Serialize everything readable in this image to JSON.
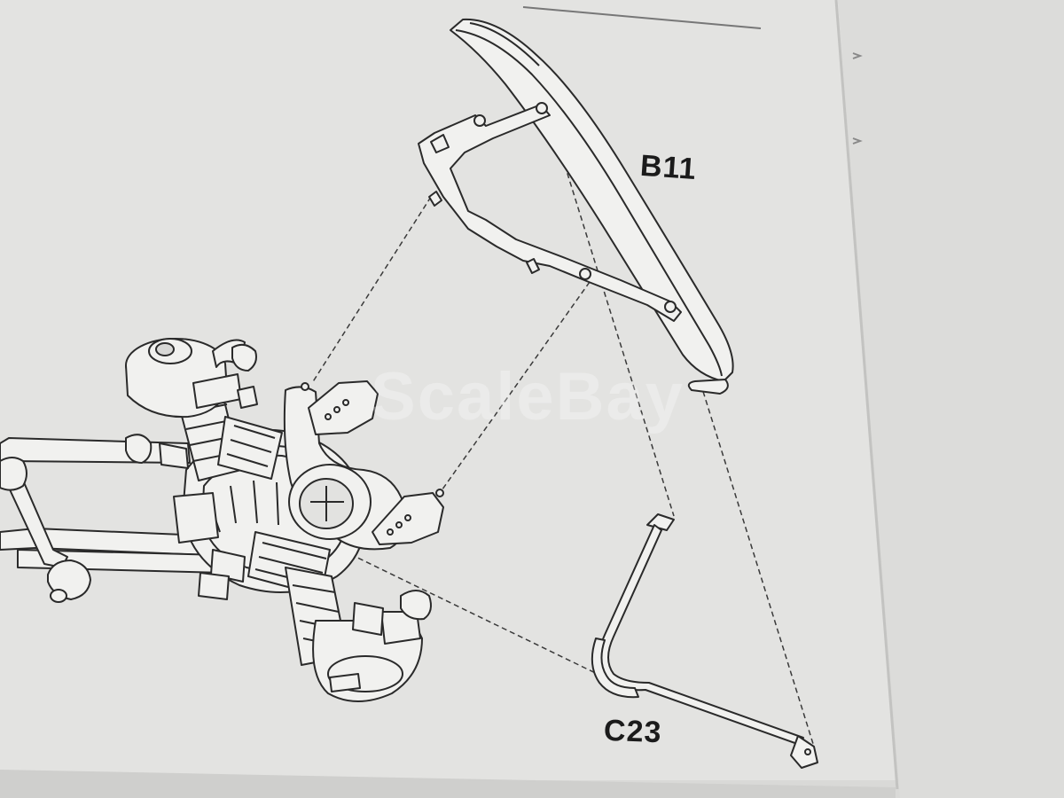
{
  "colors": {
    "background": "#d9d9d7",
    "page": "#e4e4e2",
    "line": "#2a2a2a",
    "part_fill": "#f2f2f0"
  },
  "labels": {
    "part_b11": "B11",
    "part_c23": "C23"
  },
  "watermark": "ScaleBay"
}
